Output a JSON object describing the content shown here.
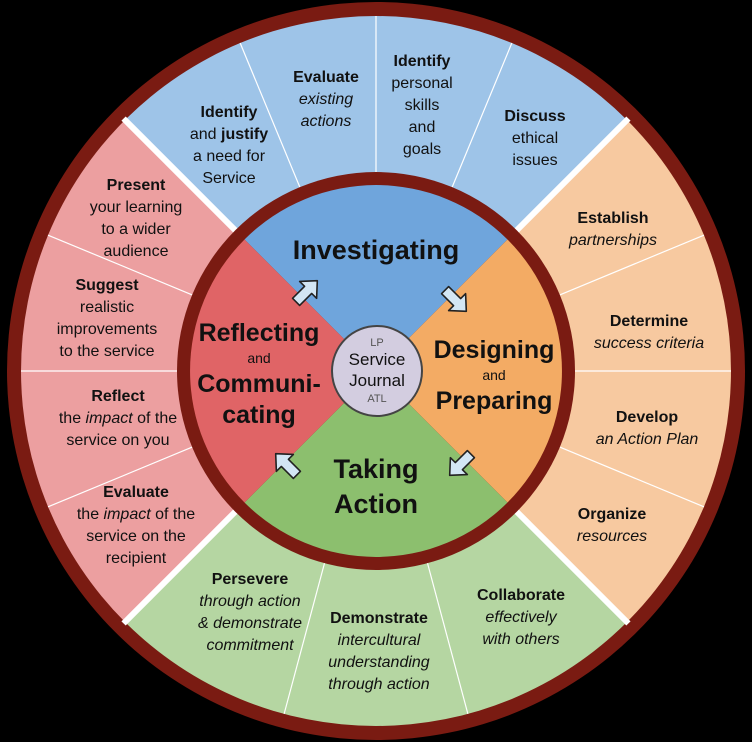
{
  "colors": {
    "ring": "#7a1b12",
    "blue_outer": "#9ec4e8",
    "blue_inner": "#6fa5dc",
    "orange_outer": "#f7c9a0",
    "orange_inner": "#f3ab64",
    "green_outer": "#b5d6a2",
    "green_inner": "#8cbf6e",
    "red_outer": "#ec9fa0",
    "red_inner": "#e06466",
    "center": "#d3cde0"
  },
  "center": {
    "top": "LP",
    "line1": "Service",
    "line2": "Journal",
    "bottom": "ATL"
  },
  "quadrants": {
    "investigating": {
      "title": "Investigating"
    },
    "designing": {
      "line1": "Designing",
      "connector": "and",
      "line2": "Preparing"
    },
    "taking": {
      "line1": "Taking",
      "line2": "Action"
    },
    "reflecting": {
      "line1": "Reflecting",
      "connector": "and",
      "line2": "Communi-",
      "line3": "cating"
    }
  },
  "investigating_steps": [
    {
      "lines": [
        [
          {
            "t": "Identify",
            "s": "b"
          }
        ],
        [
          {
            "t": "and ",
            "s": "n"
          },
          {
            "t": "justify",
            "s": "b"
          }
        ],
        [
          {
            "t": "a need for",
            "s": "n"
          }
        ],
        [
          {
            "t": "Service",
            "s": "n"
          }
        ]
      ]
    },
    {
      "lines": [
        [
          {
            "t": "Evaluate",
            "s": "b"
          }
        ],
        [
          {
            "t": "existing",
            "s": "i"
          }
        ],
        [
          {
            "t": "actions",
            "s": "i"
          }
        ]
      ]
    },
    {
      "lines": [
        [
          {
            "t": "Identify",
            "s": "b"
          }
        ],
        [
          {
            "t": "personal",
            "s": "n"
          }
        ],
        [
          {
            "t": "skills",
            "s": "n"
          }
        ],
        [
          {
            "t": "and",
            "s": "n"
          }
        ],
        [
          {
            "t": "goals",
            "s": "n"
          }
        ]
      ]
    },
    {
      "lines": [
        [
          {
            "t": "Discuss",
            "s": "b"
          }
        ],
        [
          {
            "t": "ethical",
            "s": "n"
          }
        ],
        [
          {
            "t": "issues",
            "s": "n"
          }
        ]
      ]
    }
  ],
  "designing_steps": [
    {
      "lines": [
        [
          {
            "t": "Establish",
            "s": "b"
          }
        ],
        [
          {
            "t": "partnerships",
            "s": "i"
          }
        ]
      ]
    },
    {
      "lines": [
        [
          {
            "t": "Determine",
            "s": "b"
          }
        ],
        [
          {
            "t": "success criteria",
            "s": "i"
          }
        ]
      ]
    },
    {
      "lines": [
        [
          {
            "t": "Develop",
            "s": "b"
          }
        ],
        [
          {
            "t": "an Action Plan",
            "s": "i"
          }
        ]
      ]
    },
    {
      "lines": [
        [
          {
            "t": "Organize",
            "s": "b"
          }
        ],
        [
          {
            "t": "resources",
            "s": "i"
          }
        ]
      ]
    }
  ],
  "action_steps": [
    {
      "lines": [
        [
          {
            "t": "Collaborate",
            "s": "b"
          }
        ],
        [
          {
            "t": "effectively",
            "s": "i"
          }
        ],
        [
          {
            "t": "with others",
            "s": "i"
          }
        ]
      ]
    },
    {
      "lines": [
        [
          {
            "t": "Demonstrate",
            "s": "b"
          }
        ],
        [
          {
            "t": "intercultural",
            "s": "i"
          }
        ],
        [
          {
            "t": "understanding",
            "s": "i"
          }
        ],
        [
          {
            "t": "through action",
            "s": "i"
          }
        ]
      ]
    },
    {
      "lines": [
        [
          {
            "t": "Persevere",
            "s": "b"
          }
        ],
        [
          {
            "t": "through action",
            "s": "i"
          }
        ],
        [
          {
            "t": "& demonstrate",
            "s": "i"
          }
        ],
        [
          {
            "t": "commitment",
            "s": "i"
          }
        ]
      ]
    }
  ],
  "reflecting_steps": [
    {
      "lines": [
        [
          {
            "t": "Evaluate",
            "s": "b"
          }
        ],
        [
          {
            "t": "the ",
            "s": "n"
          },
          {
            "t": "impact",
            "s": "i"
          },
          {
            "t": " of the",
            "s": "n"
          }
        ],
        [
          {
            "t": "service on the",
            "s": "n"
          }
        ],
        [
          {
            "t": "recipient",
            "s": "n"
          }
        ]
      ]
    },
    {
      "lines": [
        [
          {
            "t": "Reflect",
            "s": "b"
          }
        ],
        [
          {
            "t": "the ",
            "s": "n"
          },
          {
            "t": "impact",
            "s": "i"
          },
          {
            "t": " of the",
            "s": "n"
          }
        ],
        [
          {
            "t": "service on you",
            "s": "n"
          }
        ]
      ]
    },
    {
      "lines": [
        [
          {
            "t": "Suggest",
            "s": "b"
          }
        ],
        [
          {
            "t": "realistic",
            "s": "n"
          }
        ],
        [
          {
            "t": "improvements",
            "s": "n"
          }
        ],
        [
          {
            "t": "to the service",
            "s": "n"
          }
        ]
      ]
    },
    {
      "lines": [
        [
          {
            "t": "Present",
            "s": "b"
          }
        ],
        [
          {
            "t": "your learning",
            "s": "n"
          }
        ],
        [
          {
            "t": "to a wider",
            "s": "n"
          }
        ],
        [
          {
            "t": "audience",
            "s": "n"
          }
        ]
      ]
    }
  ]
}
